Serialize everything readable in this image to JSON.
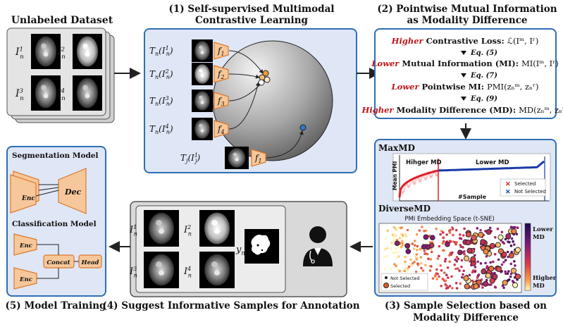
{
  "unlabeled": {
    "title": "Unlabeled Dataset",
    "images": [
      {
        "label": "I",
        "sup": "1",
        "sub": "n"
      },
      {
        "label": "I",
        "sup": "2",
        "sub": "n"
      },
      {
        "label": "I",
        "sup": "3",
        "sub": "n"
      },
      {
        "label": "I",
        "sup": "4",
        "sub": "n"
      }
    ]
  },
  "step1": {
    "title_line1": "(1) Self-supervised Multimodal",
    "title_line2": "Contrastive Learning",
    "inputs": [
      {
        "tn": "T",
        "tsub": "n",
        "arg": "(I",
        "asup": "1",
        "asub": "n",
        "close": ")",
        "encoder": "f",
        "esub": "1"
      },
      {
        "tn": "T",
        "tsub": "n",
        "arg": "(I",
        "asup": "2",
        "asub": "n",
        "close": ")",
        "encoder": "f",
        "esub": "2"
      },
      {
        "tn": "T",
        "tsub": "n",
        "arg": "(I",
        "asup": "3",
        "asub": "n",
        "close": ")",
        "encoder": "f",
        "esub": "3"
      },
      {
        "tn": "T",
        "tsub": "n",
        "arg": "(I",
        "asup": "4",
        "asub": "n",
        "close": ")",
        "encoder": "f",
        "esub": "4"
      }
    ],
    "negative": {
      "tn": "T",
      "tsub": "j",
      "arg": "(I",
      "asup": "1",
      "asub": "j",
      "close": ")",
      "encoder": "f",
      "esub": "1"
    }
  },
  "step2": {
    "title_line1": "(2) Pointwise Mutual Information",
    "title_line2": "as Modality Difference",
    "rows": [
      {
        "qual": "Higher",
        "text": " Contrastive Loss: ",
        "formula": "ℒ(Iᵐ, Iʳ)"
      },
      {
        "qual": "Lower",
        "text": " Mutual Information (MI): ",
        "formula": "MI(Iᵐ, Iʳ)"
      },
      {
        "qual": "Lower",
        "text": " Pointwise MI: ",
        "formula": "PMI(zₙᵐ, zₙʳ)"
      },
      {
        "qual": "Higher",
        "text": " Modality Difference (MD): ",
        "formula": "MD(zₙᵐ, zₙʳ)"
      }
    ],
    "eqs": [
      "Eq. (5)",
      "Eq. (7)",
      "Eq. (9)"
    ]
  },
  "step3": {
    "title_line1": "(3) Sample Selection based on",
    "title_line2": "Modality Difference",
    "maxmd": {
      "title": "MaxMD",
      "higher_label": "Hihger MD",
      "lower_label": "Lower MD",
      "ylabel": "Mean PMI",
      "xlabel": "#Sample",
      "legend": [
        "Selected",
        "Not Selected"
      ]
    },
    "diversemd": {
      "title": "DiverseMD",
      "plot_title": "PMI Embedding Space (t-SNE)",
      "legend": [
        "Not Selected",
        "Selected"
      ],
      "colorbar_top": [
        "Lower",
        "MD"
      ],
      "colorbar_bottom": [
        "Higher",
        "MD"
      ]
    },
    "colors": {
      "selected": "#e0202a",
      "not_selected": "#1a3aa8"
    }
  },
  "step4": {
    "title": "(4) Suggest Informative Samples for Annotation",
    "label": "y",
    "label_sub": "n"
  },
  "step5": {
    "title": "(5) Model Training",
    "seg_title": "Segmentation Model",
    "enc": "Enc",
    "dec": "Dec",
    "cls_title": "Classification Model",
    "concat": "Concat",
    "head": "Head"
  }
}
